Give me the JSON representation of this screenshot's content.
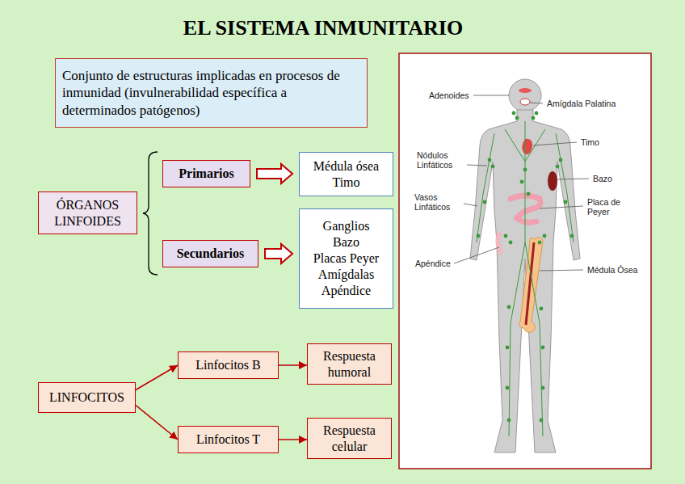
{
  "diagram": {
    "title": "EL SISTEMA INMUNITARIO",
    "nodes": [
      {
        "text": [
          "Conjunto de estructuras implicadas en procesos de inmunidad (invulnerabilidad específica a determinados patógenos)"
        ]
      },
      {
        "text": [
          "ÓRGANOS LINFOIDES"
        ]
      },
      {
        "text": [
          "Primarios"
        ]
      },
      {
        "text": [
          "Médula ósea",
          "Timo"
        ]
      },
      {
        "text": [
          "Secundarios"
        ]
      },
      {
        "text": [
          "Ganglios",
          "Bazo",
          "Placas Peyer",
          "Amígdalas",
          "Apéndice"
        ]
      },
      {
        "text": [
          "LINFOCITOS"
        ]
      },
      {
        "text": [
          "Linfocitos B"
        ]
      },
      {
        "text": [
          "Respuesta humoral"
        ]
      },
      {
        "text": [
          "Linfocitos T"
        ]
      },
      {
        "text": [
          "Respuesta celular"
        ]
      }
    ],
    "edges": [
      {
        "from": 2,
        "to": 3,
        "arrow": "to"
      },
      {
        "from": 4,
        "to": 5,
        "arrow": "to"
      },
      {
        "from": 6,
        "to": 7,
        "arrow": "to"
      },
      {
        "from": 6,
        "to": 9,
        "arrow": "to"
      },
      {
        "from": 7,
        "to": 8,
        "arrow": "to"
      },
      {
        "from": 9,
        "to": 10,
        "arrow": "to"
      }
    ],
    "labels": [
      "Adenoides",
      "Amígdala Palatina",
      "Timo",
      "Nódulos Linfáticos",
      "Bazo",
      "Vasos Linfáticos",
      "Placa de Peyer",
      "Apéndice",
      "Médula Ósea"
    ]
  }
}
